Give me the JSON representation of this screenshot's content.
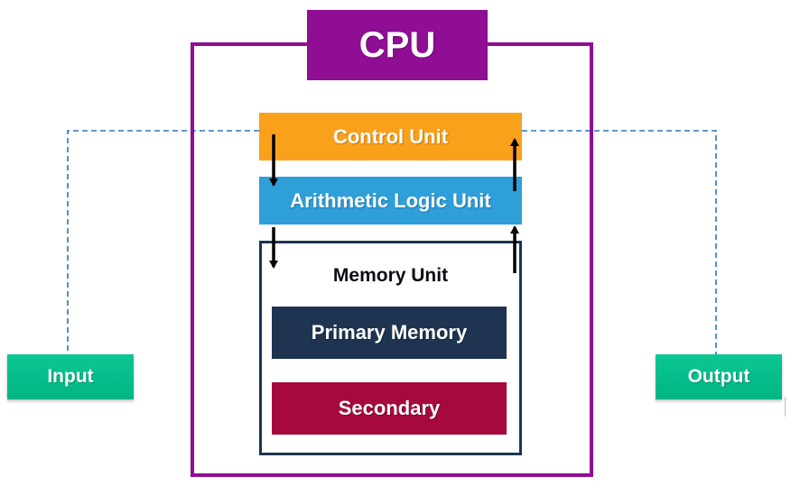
{
  "diagram": {
    "cpu_label": "CPU",
    "control_unit_label": "Control Unit",
    "alu_label": "Arithmetic Logic Unit",
    "memory_unit_label": "Memory Unit",
    "primary_memory_label": "Primary Memory",
    "secondary_label": "Secondary",
    "input_label": "Input",
    "output_label": "Output",
    "colors": {
      "cpu_purple": "#8F0E94",
      "control_unit_orange": "#F9A11B",
      "alu_blue": "#2E9FD9",
      "memory_navy": "#1E3450",
      "secondary_crimson": "#A60A3C",
      "io_green": "#00BE8C",
      "dashed_connector_blue": "#2E75B6",
      "arrow_black": "#000000"
    }
  }
}
